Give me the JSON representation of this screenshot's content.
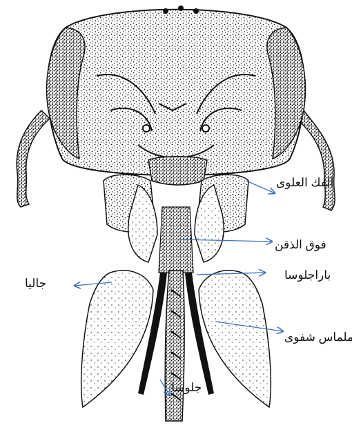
{
  "labels": {
    "mandible": "الفك العلوى",
    "hypopharynx": "فوق الذقن",
    "paraglossa": "باراجلوسا",
    "galea": "جاليا",
    "labial_palp": "ملماس شفوى",
    "glossa": "جلوسا"
  },
  "colors": {
    "ink": "#111111",
    "arrow": "#3b6fc4",
    "background": "#ffffff"
  }
}
